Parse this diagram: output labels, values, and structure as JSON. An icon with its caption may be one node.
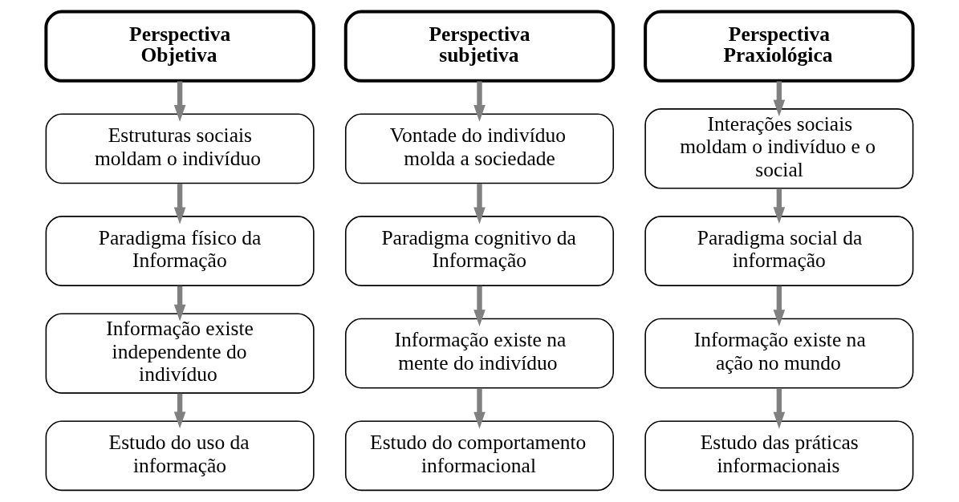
{
  "diagram": {
    "nodes": [
      {
        "text": [
          "Perspectiva Objetiva"
        ]
      },
      {
        "text": [
          "Perspectiva subjetiva"
        ]
      },
      {
        "text": [
          "Perspectiva Praxiológica"
        ]
      },
      {
        "text": [
          "Estruturas sociais moldam o indivíduo"
        ]
      },
      {
        "text": [
          "Vontade do indivíduo molda a sociedade"
        ]
      },
      {
        "text": [
          "Interações sociais moldam o indivíduo e o social"
        ]
      },
      {
        "text": [
          "Paradigma físico da Informação"
        ]
      },
      {
        "text": [
          "Paradigma cognitivo da Informação"
        ]
      },
      {
        "text": [
          "Paradigma social da informação"
        ]
      },
      {
        "text": [
          "Informação existe independente do indivíduo"
        ]
      },
      {
        "text": [
          "Informação existe na mente do indivíduo"
        ]
      },
      {
        "text": [
          "Informação existe na ação no mundo"
        ]
      },
      {
        "text": [
          "Estudo do uso da informação"
        ]
      },
      {
        "text": [
          "Estudo do comportamento informacional"
        ]
      },
      {
        "text": [
          "Estudo das práticas informacionais"
        ]
      }
    ],
    "edges": [
      {
        "from": 0,
        "to": 3,
        "arrow": "to"
      },
      {
        "from": 1,
        "to": 4,
        "arrow": "to"
      },
      {
        "from": 2,
        "to": 5,
        "arrow": "to"
      },
      {
        "from": 3,
        "to": 6,
        "arrow": "to"
      },
      {
        "from": 4,
        "to": 7,
        "arrow": "to"
      },
      {
        "from": 5,
        "to": 8,
        "arrow": "to"
      },
      {
        "from": 6,
        "to": 9,
        "arrow": "to"
      },
      {
        "from": 7,
        "to": 10,
        "arrow": "to"
      },
      {
        "from": 8,
        "to": 11,
        "arrow": "to"
      },
      {
        "from": 9,
        "to": 12,
        "arrow": "to"
      },
      {
        "from": 10,
        "to": 13,
        "arrow": "to"
      },
      {
        "from": 11,
        "to": 14,
        "arrow": "to"
      }
    ]
  }
}
